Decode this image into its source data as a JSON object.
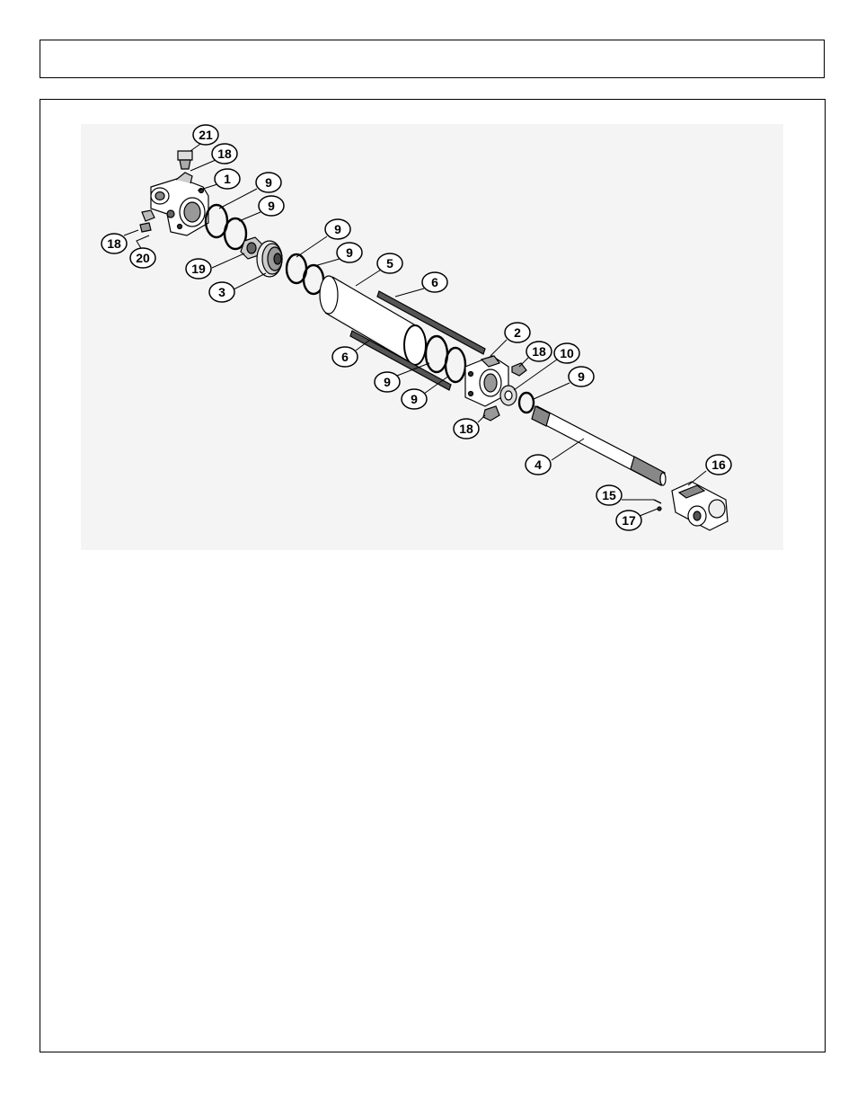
{
  "header": {
    "title": ""
  },
  "diagram": {
    "callouts": [
      {
        "id": "c21",
        "label": "21"
      },
      {
        "id": "c18a",
        "label": "18"
      },
      {
        "id": "c1",
        "label": "1"
      },
      {
        "id": "c9a",
        "label": "9"
      },
      {
        "id": "c9b",
        "label": "9"
      },
      {
        "id": "c18b",
        "label": "18"
      },
      {
        "id": "c20",
        "label": "20"
      },
      {
        "id": "c19",
        "label": "19"
      },
      {
        "id": "c3",
        "label": "3"
      },
      {
        "id": "c9c",
        "label": "9"
      },
      {
        "id": "c9d",
        "label": "9"
      },
      {
        "id": "c5",
        "label": "5"
      },
      {
        "id": "c6a",
        "label": "6"
      },
      {
        "id": "c6b",
        "label": "6"
      },
      {
        "id": "c2",
        "label": "2"
      },
      {
        "id": "c18c",
        "label": "18"
      },
      {
        "id": "c10",
        "label": "10"
      },
      {
        "id": "c9e",
        "label": "9"
      },
      {
        "id": "c9f",
        "label": "9"
      },
      {
        "id": "c9g",
        "label": "9"
      },
      {
        "id": "c18d",
        "label": "18"
      },
      {
        "id": "c4",
        "label": "4"
      },
      {
        "id": "c16",
        "label": "16"
      },
      {
        "id": "c15",
        "label": "15"
      },
      {
        "id": "c17",
        "label": "17"
      }
    ]
  }
}
